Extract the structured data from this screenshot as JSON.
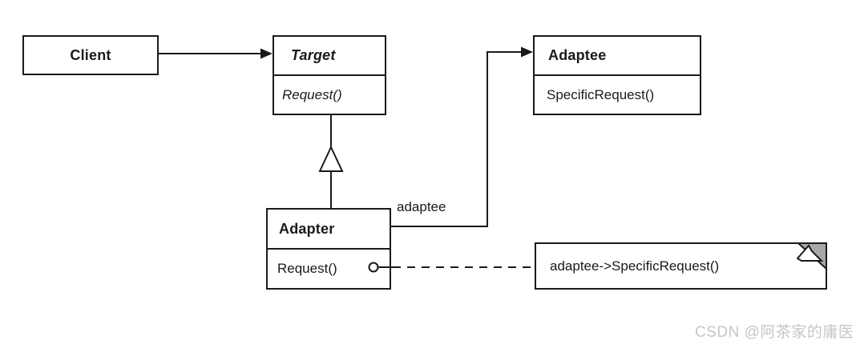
{
  "diagram": {
    "client": {
      "name": "Client"
    },
    "target": {
      "name": "Target",
      "method": "Request()"
    },
    "adaptee": {
      "name": "Adaptee",
      "method": "SpecificRequest()"
    },
    "adapter": {
      "name": "Adapter",
      "method": "Request()"
    },
    "association_label": "adaptee",
    "note_text": "adaptee->SpecificRequest()",
    "colors": {
      "line": "#1a1a1a",
      "box_background": "#ffffff",
      "note_fold_gray": "#a8a8a8",
      "watermark_gray": "#c6c6c6",
      "background": "#ffffff"
    }
  },
  "watermark": "CSDN @阿茶家的庸医"
}
